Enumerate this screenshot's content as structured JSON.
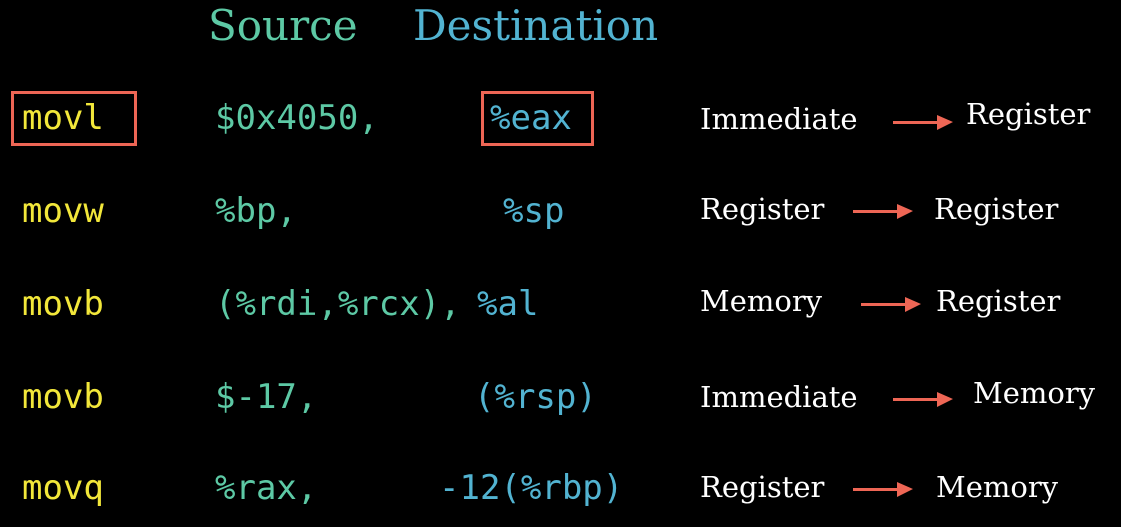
{
  "colors": {
    "background": "#000000",
    "source_header": "#5dc9a5",
    "destination_header": "#52b3d1",
    "opcode": "#f2e73a",
    "source_operand": "#5dc9a5",
    "destination_operand": "#52b3d1",
    "description": "#ffffff",
    "highlight_box": "#ee6655",
    "arrow": "#ee6655"
  },
  "header": {
    "source": "Source",
    "destination": "Destination"
  },
  "rows": [
    {
      "op": "movl",
      "src": "$0x4050,",
      "dst": "%eax",
      "from": "Immediate",
      "to": "Register",
      "op_boxed": true,
      "dst_boxed": true
    },
    {
      "op": "movw",
      "src": "%bp,",
      "dst": "%sp",
      "from": "Register",
      "to": "Register",
      "op_boxed": false,
      "dst_boxed": false
    },
    {
      "op": "movb",
      "src": "(%rdi,%rcx),",
      "dst": "%al",
      "from": "Memory",
      "to": "Register",
      "op_boxed": false,
      "dst_boxed": false
    },
    {
      "op": "movb",
      "src": "$-17,",
      "dst": "(%rsp)",
      "from": "Immediate",
      "to": "Memory",
      "op_boxed": false,
      "dst_boxed": false
    },
    {
      "op": "movq",
      "src": "%rax,",
      "dst": "-12(%rbp)",
      "from": "Register",
      "to": "Memory",
      "op_boxed": false,
      "dst_boxed": false
    }
  ]
}
